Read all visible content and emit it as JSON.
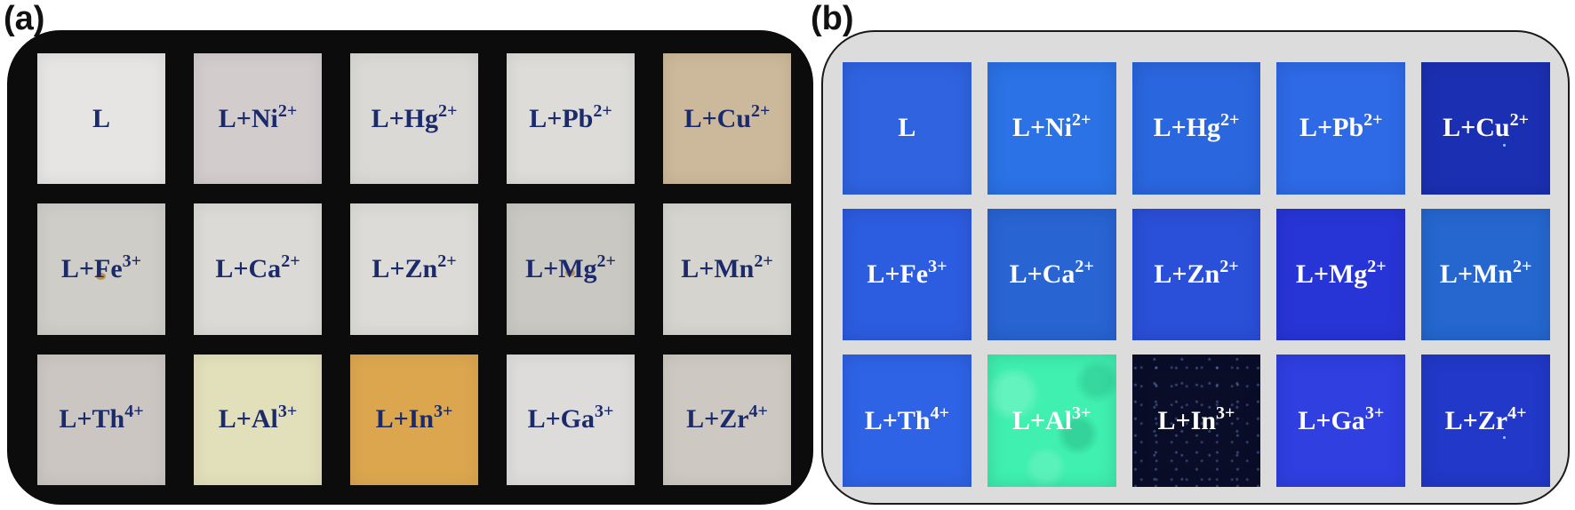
{
  "panel_a": {
    "label": "(a)",
    "tiles": [
      {
        "base": "L+",
        "ion": "",
        "charge": "",
        "text": "L",
        "color": "#e6e5e3"
      },
      {
        "base": "L+",
        "ion": "Ni",
        "charge": "2+",
        "color": "#d2cccd"
      },
      {
        "base": "L+",
        "ion": "Hg",
        "charge": "2+",
        "color": "#dad9d5"
      },
      {
        "base": "L+",
        "ion": "Pb",
        "charge": "2+",
        "color": "#dddcd8"
      },
      {
        "base": "L+",
        "ion": "Cu",
        "charge": "2+",
        "color": "#ccb89a"
      },
      {
        "base": "L+",
        "ion": "Fe",
        "charge": "3+",
        "color": "#cfcdc8"
      },
      {
        "base": "L+",
        "ion": "Ca",
        "charge": "2+",
        "color": "#dbdad6"
      },
      {
        "base": "L+",
        "ion": "Zn",
        "charge": "2+",
        "color": "#dcdbd7"
      },
      {
        "base": "L+",
        "ion": "Mg",
        "charge": "2+",
        "color": "#cac8c2"
      },
      {
        "base": "L+",
        "ion": "Mn",
        "charge": "2+",
        "color": "#d6d4cf"
      },
      {
        "base": "L+",
        "ion": "Th",
        "charge": "4+",
        "color": "#ccc6c3"
      },
      {
        "base": "L+",
        "ion": "Al",
        "charge": "3+",
        "color": "#e2e0ba"
      },
      {
        "base": "L+",
        "ion": "In",
        "charge": "3+",
        "color": "#dca64f"
      },
      {
        "base": "L+",
        "ion": "Ga",
        "charge": "3+",
        "color": "#dedcdb"
      },
      {
        "base": "L+",
        "ion": "Zr",
        "charge": "4+",
        "color": "#cdc9c2"
      }
    ]
  },
  "panel_b": {
    "label": "(b)",
    "tiles": [
      {
        "base": "L+",
        "ion": "",
        "charge": "",
        "text": "L",
        "color": "#2f63e0"
      },
      {
        "base": "L+",
        "ion": "Ni",
        "charge": "2+",
        "color": "#2b72e6"
      },
      {
        "base": "L+",
        "ion": "Hg",
        "charge": "2+",
        "color": "#2a66de"
      },
      {
        "base": "L+",
        "ion": "Pb",
        "charge": "2+",
        "color": "#2e6ae6"
      },
      {
        "base": "L+",
        "ion": "Cu",
        "charge": "2+",
        "color": "#1b2fb2"
      },
      {
        "base": "L+",
        "ion": "Fe",
        "charge": "3+",
        "color": "#2c5ce0"
      },
      {
        "base": "L+",
        "ion": "Ca",
        "charge": "2+",
        "color": "#2864d2"
      },
      {
        "base": "L+",
        "ion": "Zn",
        "charge": "2+",
        "color": "#2a4fd8"
      },
      {
        "base": "L+",
        "ion": "Mg",
        "charge": "2+",
        "color": "#2735d6"
      },
      {
        "base": "L+",
        "ion": "Mn",
        "charge": "2+",
        "color": "#2567cf"
      },
      {
        "base": "L+",
        "ion": "Th",
        "charge": "4+",
        "color": "#2e63e6"
      },
      {
        "base": "L+",
        "ion": "Al",
        "charge": "3+",
        "color": "#3ff0b0"
      },
      {
        "base": "L+",
        "ion": "In",
        "charge": "3+",
        "color": "#0a0d28"
      },
      {
        "base": "L+",
        "ion": "Ga",
        "charge": "3+",
        "color": "#2f3fe0"
      },
      {
        "base": "L+",
        "ion": "Zr",
        "charge": "4+",
        "color": "#2138c8"
      }
    ]
  }
}
